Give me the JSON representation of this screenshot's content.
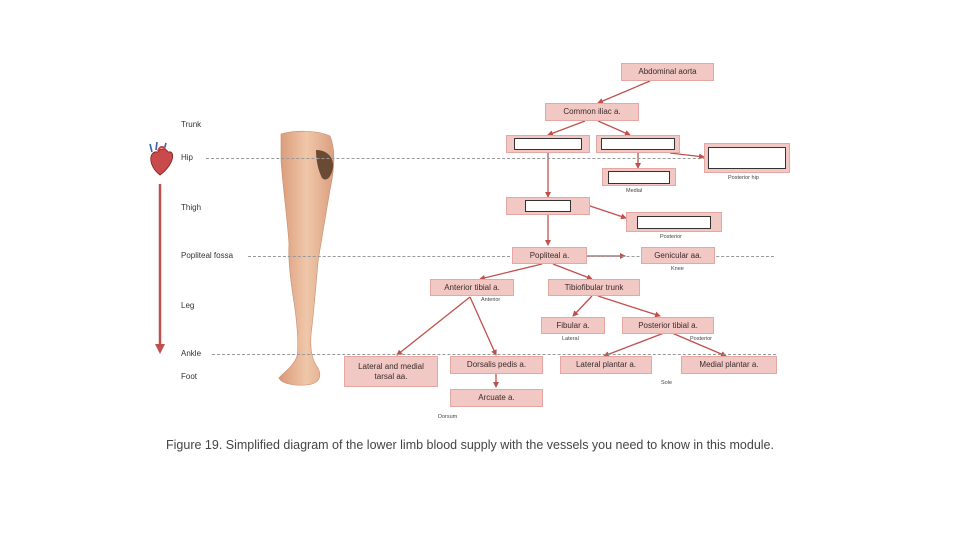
{
  "regions": {
    "trunk": "Trunk",
    "hip": "Hip",
    "thigh": "Thigh",
    "popliteal_fossa": "Popliteal fossa",
    "leg": "Leg",
    "ankle": "Ankle",
    "foot": "Foot"
  },
  "boxes": {
    "abdominal_aorta": "Abdominal aorta",
    "common_iliac": "Common iliac a.",
    "popliteal": "Popliteal a.",
    "genicular": "Genicular aa.",
    "anterior_tibial": "Anterior tibial a.",
    "tibiofibular_trunk": "Tibiofibular trunk",
    "fibular": "Fibular a.",
    "posterior_tibial": "Posterior tibial a.",
    "lateral_medial_tarsal": "Lateral and medial tarsal aa.",
    "dorsalis_pedis": "Dorsalis pedis a.",
    "lateral_plantar": "Lateral plantar a.",
    "medial_plantar": "Medial plantar a.",
    "arcuate": "Arcuate a."
  },
  "small_labels": {
    "medial": "Medial",
    "posterior_hip": "Posterior hip",
    "posterior": "Posterior",
    "knee": "Knee",
    "anterior": "Anterior",
    "lateral": "Lateral",
    "posterior_leg": "Posterior",
    "sole": "Sole",
    "dorsum": "Dorsum"
  },
  "caption": "Figure 19. Simplified diagram of the lower limb blood supply with the vessels you need to know in this module.",
  "colors": {
    "box_fill": "#f2c8c5",
    "arrow": "#c0504d",
    "skin": "#e9b99a"
  },
  "icons": [
    "heart-icon",
    "leg-illustration"
  ]
}
